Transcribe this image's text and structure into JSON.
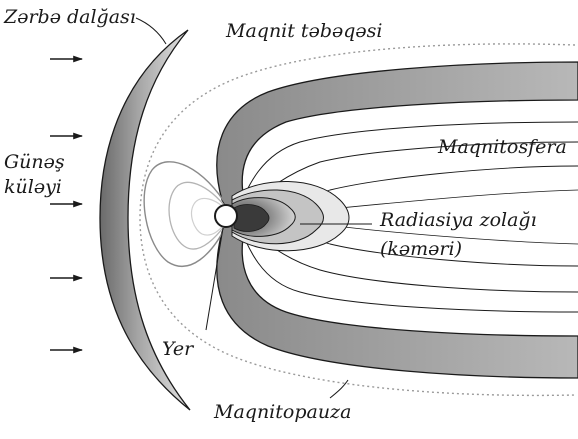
{
  "labels": {
    "shock_wave": "Zərbə dalğası",
    "magnetic_layer": "Maqnit təbəqəsi",
    "magnetosphere": "Maqnitosfera",
    "solar_wind_line1": "Günəş",
    "solar_wind_line2": "küləyi",
    "radiation_belt_line1": "Radiasiya zolağı",
    "radiation_belt_line2": "(kəməri)",
    "earth": "Yer",
    "magnetopause": "Maqnitopauza"
  },
  "solar_wind_arrow_count": 5,
  "colors": {
    "ink": "#1a1a1a",
    "shading_dark": "#6a6a6a",
    "shading_mid": "#a8a8a8",
    "shading_light": "#d6d6d6",
    "earth_fill": "#ffffff"
  }
}
